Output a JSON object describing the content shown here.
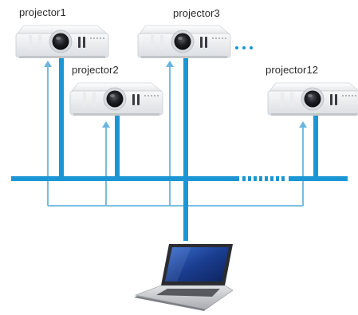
{
  "diagram": {
    "projectors": [
      {
        "id": "p1",
        "label": "projector1"
      },
      {
        "id": "p2",
        "label": "projector2"
      },
      {
        "id": "p3",
        "label": "projector3"
      },
      {
        "id": "p12",
        "label": "projector12"
      }
    ],
    "colors": {
      "network": "#1a96d4",
      "signal": "#6ab4e0",
      "projector_body": "#f2f3f5",
      "projector_edge": "#c9ccd1",
      "lens": "#1e1e22",
      "laptop_body": "#c8c9cc",
      "laptop_screen": "#1b3f8c"
    },
    "icons": {
      "projector": "projector-icon",
      "laptop": "laptop-icon",
      "ellipsis": "more-projectors-ellipsis"
    }
  }
}
